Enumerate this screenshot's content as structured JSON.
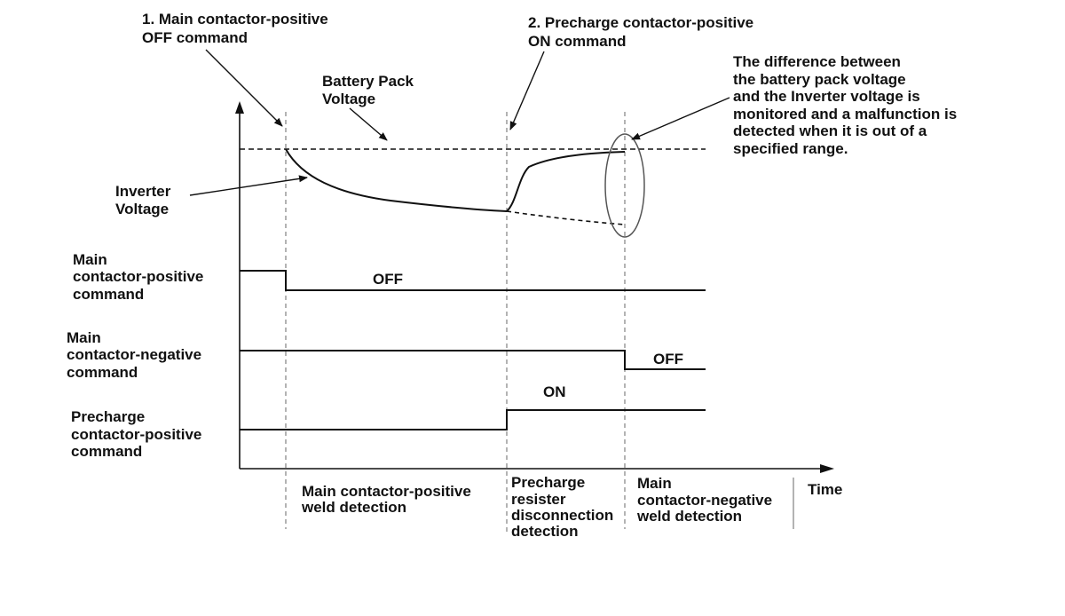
{
  "callouts": {
    "main_off": [
      "1. Main contactor-positive",
      "OFF command"
    ],
    "precharge_on": [
      "2. Precharge contactor-positive",
      "ON command"
    ],
    "difference_note": [
      "The difference between",
      "the battery pack voltage",
      "and the Inverter voltage is",
      "monitored and a malfunction is",
      "detected when it is out of a",
      "specified range."
    ]
  },
  "curve_labels": {
    "battery_pack": [
      "Battery Pack",
      "Voltage"
    ],
    "inverter": [
      "Inverter",
      "Voltage"
    ]
  },
  "signals": {
    "main_positive": {
      "label": [
        "Main",
        "contactor-positive",
        "command"
      ],
      "state": "OFF"
    },
    "main_negative": {
      "label": [
        "Main",
        "contactor-negative",
        "command"
      ],
      "state": "OFF"
    },
    "precharge_positive": {
      "label": [
        "Precharge",
        "contactor-positive",
        "command"
      ],
      "state": "ON"
    }
  },
  "x_axis_label": "Time",
  "phases": {
    "main_positive_weld": [
      "Main contactor-positive",
      "weld detection"
    ],
    "precharge_resister": [
      "Precharge",
      "resister",
      "disconnection",
      "detection"
    ],
    "main_negative_weld": [
      "Main",
      "contactor-negative",
      "weld detection"
    ]
  },
  "colors": {
    "ink": "#111111",
    "guide": "#8a8a8a",
    "background": "#ffffff"
  }
}
